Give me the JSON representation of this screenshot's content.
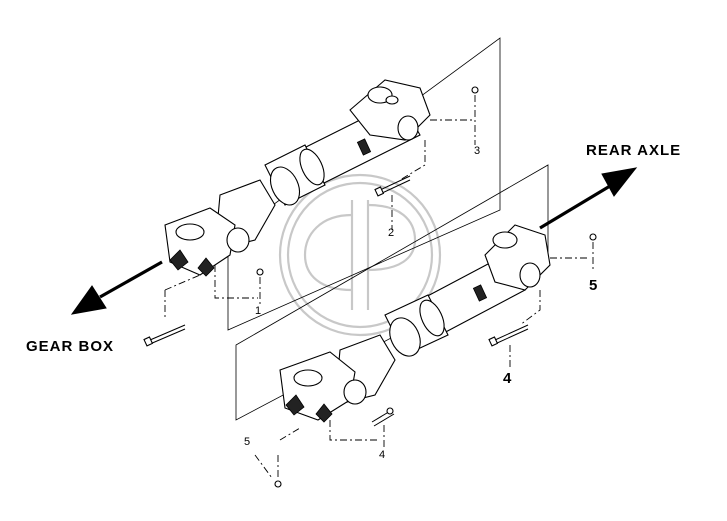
{
  "labels": {
    "rear_axle": "REAR AXLE",
    "gear_box": "GEAR BOX",
    "upper_1": "1",
    "upper_2": "2",
    "upper_3": "3",
    "lower_4": "4",
    "lower_5": "5",
    "lower_4_small": "4",
    "lower_5_small": "5"
  },
  "icons": {
    "watermark": "circular-logo-watermark",
    "arrow_rear": "arrow-up-right-icon",
    "arrow_gear": "arrow-down-left-icon"
  },
  "colors": {
    "ink": "#000000",
    "watermark": "#c8c8c8",
    "background": "#ffffff"
  }
}
